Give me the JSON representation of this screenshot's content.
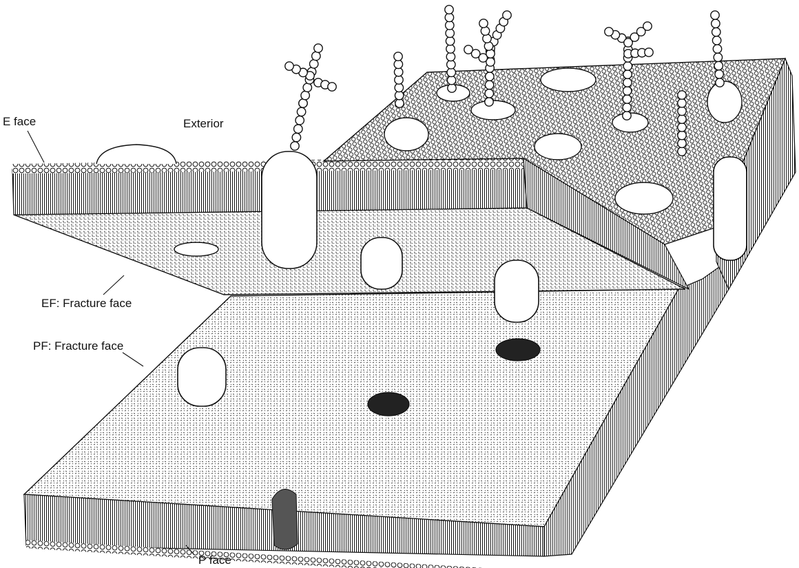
{
  "figure": {
    "labels": {
      "e_face": "E face",
      "exterior": "Exterior",
      "ef_fracture": "EF: Fracture face",
      "pf_fracture": "PF: Fracture face",
      "p_face": "P face"
    },
    "colors": {
      "ink": "#111111",
      "paper": "#ffffff"
    }
  }
}
